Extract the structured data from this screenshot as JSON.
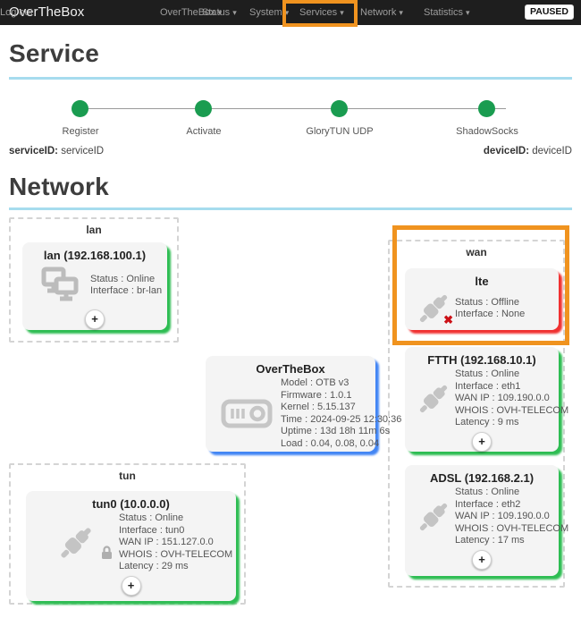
{
  "navbar": {
    "brand": "OverTheBox",
    "items": [
      {
        "label": "OverTheBox"
      },
      {
        "label": "Status"
      },
      {
        "label": "System"
      },
      {
        "label": "Services"
      },
      {
        "label": "Network"
      },
      {
        "label": "Statistics"
      },
      {
        "label": "Log out"
      }
    ],
    "paused_label": "PAUSED"
  },
  "icons": {
    "caret_down": "▾",
    "plus": "+",
    "offline_cross": "✖"
  },
  "service": {
    "title": "Service",
    "steps": [
      {
        "label": "Register",
        "state": "done"
      },
      {
        "label": "Activate",
        "state": "done"
      },
      {
        "label": "GloryTUN UDP",
        "state": "done"
      },
      {
        "label": "ShadowSocks",
        "state": "done"
      }
    ],
    "service_id_label": "serviceID:",
    "service_id_value": "serviceID",
    "device_id_label": "deviceID:",
    "device_id_value": "deviceID"
  },
  "network": {
    "title": "Network",
    "groups": {
      "lan_label": "lan",
      "wan_label": "wan",
      "tun_label": "tun"
    },
    "cards": {
      "lan": {
        "title": "lan (192.168.100.1)",
        "lines": [
          "Status : Online",
          "Interface : br-lan"
        ]
      },
      "lte": {
        "title": "lte",
        "lines": [
          "Status : Offline",
          "Interface : None"
        ]
      },
      "ftth": {
        "title": "FTTH (192.168.10.1)",
        "lines": [
          "Status : Online",
          "Interface : eth1",
          "WAN IP : 109.190.0.0",
          "WHOIS : OVH-TELECOM",
          "Latency : 9 ms"
        ]
      },
      "adsl": {
        "title": "ADSL (192.168.2.1)",
        "lines": [
          "Status : Online",
          "Interface : eth2",
          "WAN IP : 109.190.0.0",
          "WHOIS : OVH-TELECOM",
          "Latency : 17 ms"
        ]
      },
      "otb": {
        "title": "OverTheBox",
        "lines": [
          "Model : OTB v3",
          "Firmware : 1.0.1",
          "Kernel : 5.15.137",
          "Time : 2024-09-25 12:30:36",
          "Uptime : 13d 18h 11m 6s",
          "Load : 0.04, 0.08, 0.04"
        ]
      },
      "tun0": {
        "title": "tun0 (10.0.0.0)",
        "lines": [
          "Status : Online",
          "Interface : tun0",
          "WAN IP : 151.127.0.0",
          "WHOIS : OVH-TELECOM",
          "Latency : 29 ms"
        ]
      }
    }
  },
  "colors": {
    "online_green": "#2dbd52",
    "offline_red": "#f03030",
    "otb_blue": "#4285f4",
    "step_green": "#1a9c50",
    "highlight_orange": "#f0931f",
    "heading_rule_blue": "#a6dcee"
  }
}
